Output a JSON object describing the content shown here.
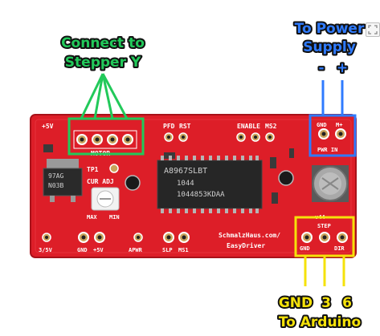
{
  "callouts": {
    "stepper": {
      "line1": "Connect to",
      "line2": "Stepper Y",
      "color": "#22c95a"
    },
    "power": {
      "line1": "To Power",
      "line2": "Supply",
      "minus": "-",
      "plus": "+",
      "color": "#2f7bff"
    },
    "arduino": {
      "pins": [
        "GND",
        "3",
        "6"
      ],
      "line2": "To Arduino",
      "color": "#f5e20a"
    }
  },
  "board": {
    "pcb_color": "#e0202a",
    "labels": {
      "v5_top": "+5V",
      "motor": "MOTOR",
      "pfd": "PFD",
      "rst": "RST",
      "enable": "ENABLE",
      "ms2": "MS2",
      "pwr_in": "PWR IN",
      "gnd_top": "GND",
      "m_plus": "M+",
      "tp1": "TP1",
      "cur_adj": "CUR ADJ",
      "max": "MAX",
      "min": "MIN",
      "v3_5": "3/5V",
      "gnd_bottom": "GND",
      "v5_bottom": "+5V",
      "apwr": "APWR",
      "slp": "SLP",
      "ms1": "MS1",
      "v44": "v44",
      "url": "SchmalzHaus.com/",
      "name": "EasyDriver",
      "step": "STEP",
      "gnd_bottom_right": "GND",
      "dir": "DIR"
    },
    "chip": {
      "line1": "A8967SLBT",
      "line2": "1044",
      "line3": "1044853KDAA"
    },
    "regulator": {
      "line1": "97AG",
      "line2": "N03B"
    }
  },
  "ui": {
    "expand_icon": "expand-icon"
  }
}
